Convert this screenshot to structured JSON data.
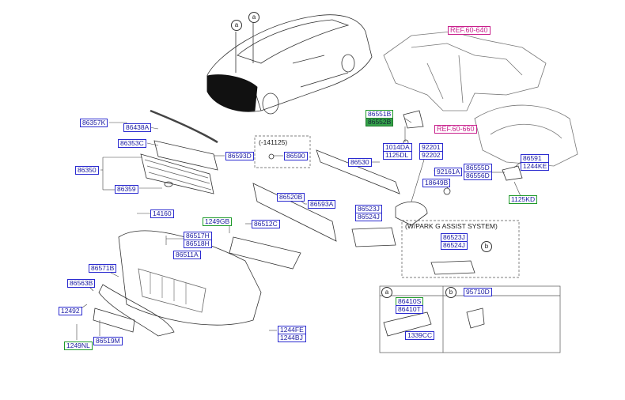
{
  "refs": {
    "ref_top": "REF.60-640",
    "ref_mid": "REF.60-660"
  },
  "callouts": {
    "a": "a",
    "b": "b"
  },
  "notes": {
    "date_range": "(-141125)",
    "park_assist": "(W/PARK G ASSIST SYSTEM)"
  },
  "parts": {
    "p86357K": "86357K",
    "p86438A": "86438A",
    "p86353C": "86353C",
    "p86593D": "86593D",
    "p86350": "86350",
    "p86359": "86359",
    "p86590": "86590",
    "p86530": "86530",
    "p86520B": "86520B",
    "p86593A": "86593A",
    "p14160": "14160",
    "p1249GB": "1249GB",
    "p86512C": "86512C",
    "p86517H": "86517H",
    "p86518H": "86518H",
    "p86511A": "86511A",
    "p86571B": "86571B",
    "p86563B": "86563B",
    "p12492": "12492",
    "p1249NL": "1249NL",
    "p86519M": "86519M",
    "p1244FE": "1244FE",
    "p1244BJ": "1244BJ",
    "p86551B": "86551B",
    "p86552B": "86552B",
    "p1014DA": "1014DA",
    "p1125DL": "1125DL",
    "p92201": "92201",
    "p92202": "92202",
    "p92161A": "92161A",
    "p18649B": "18649B",
    "p86555D": "86555D",
    "p86556D": "86556D",
    "p86591": "86591",
    "p1244KE": "1244KE",
    "p1125KD": "1125KD",
    "p86523J": "86523J",
    "p86524J": "86524J",
    "p86523J_b": "86523J",
    "p86524J_b": "86524J",
    "p86410S": "86410S",
    "p86410T": "86410T",
    "p1339CC": "1339CC",
    "p95710D": "95710D"
  }
}
